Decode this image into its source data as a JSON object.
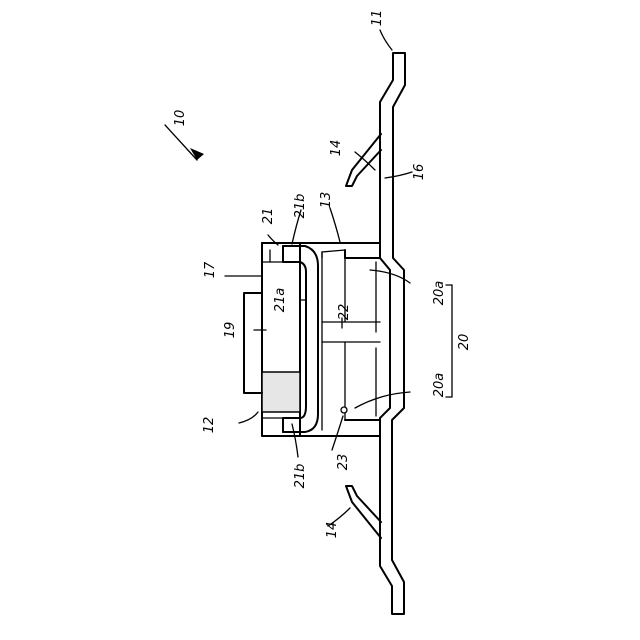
{
  "labels": {
    "l10": "10",
    "l11": "11",
    "l12": "12",
    "l13": "13",
    "l14_top": "14",
    "l14_bottom": "14",
    "l16": "16",
    "l17": "17",
    "l19": "19",
    "l20": "20",
    "l20a_top": "20a",
    "l20a_bottom": "20a",
    "l21": "21",
    "l21a": "21a",
    "l21b_top": "21b",
    "l21b_bottom": "21b",
    "l22": "22",
    "l23": "23"
  }
}
